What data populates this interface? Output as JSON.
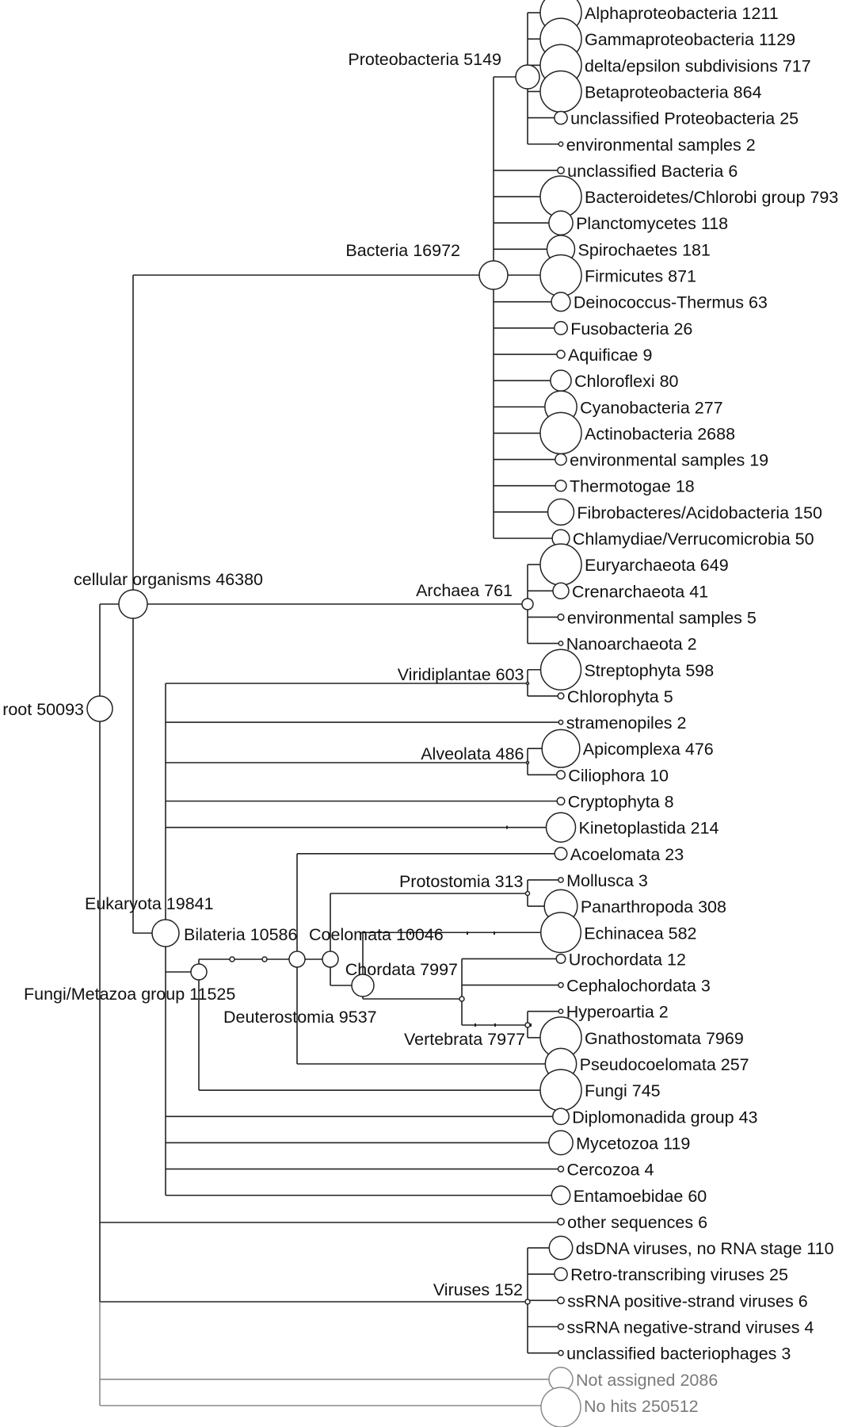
{
  "title": "Taxonomy tree of read assignments",
  "colors": {
    "line": "#222222",
    "unassigned": "#7a7a7a",
    "background": "#ffffff"
  },
  "nodes": {
    "root": {
      "name": "root",
      "count": 50093
    },
    "cellular": {
      "name": "cellular organisms",
      "count": 46380
    },
    "bacteria": {
      "name": "Bacteria",
      "count": 16972
    },
    "proteobacteria": {
      "name": "Proteobacteria",
      "count": 5149
    },
    "archaea": {
      "name": "Archaea",
      "count": 761
    },
    "eukaryota": {
      "name": "Eukaryota",
      "count": 19841
    },
    "viridiplantae": {
      "name": "Viridiplantae",
      "count": 603
    },
    "alveolata": {
      "name": "Alveolata",
      "count": 486
    },
    "fungi_metazoa": {
      "name": "Fungi/Metazoa group",
      "count": 11525
    },
    "bilateria": {
      "name": "Bilateria",
      "count": 10586
    },
    "deuterostomia": {
      "name": "Deuterostomia",
      "count": 9537
    },
    "coelomata": {
      "name": "Coelomata",
      "count": 10046
    },
    "protostomia": {
      "name": "Protostomia",
      "count": 313
    },
    "chordata": {
      "name": "Chordata",
      "count": 7997
    },
    "vertebrata": {
      "name": "Vertebrata",
      "count": 7977
    },
    "viruses": {
      "name": "Viruses",
      "count": 152
    }
  },
  "leaves": [
    {
      "name": "Alphaproteobacteria",
      "count": 1211
    },
    {
      "name": "Gammaproteobacteria",
      "count": 1129
    },
    {
      "name": "delta/epsilon subdivisions",
      "count": 717
    },
    {
      "name": "Betaproteobacteria",
      "count": 864
    },
    {
      "name": "unclassified Proteobacteria",
      "count": 25
    },
    {
      "name": "environmental samples",
      "count": 2
    },
    {
      "name": "unclassified Bacteria",
      "count": 6
    },
    {
      "name": "Bacteroidetes/Chlorobi group",
      "count": 793
    },
    {
      "name": "Planctomycetes",
      "count": 118
    },
    {
      "name": "Spirochaetes",
      "count": 181
    },
    {
      "name": "Firmicutes",
      "count": 871
    },
    {
      "name": "Deinococcus-Thermus",
      "count": 63
    },
    {
      "name": "Fusobacteria",
      "count": 26
    },
    {
      "name": "Aquificae",
      "count": 9
    },
    {
      "name": "Chloroflexi",
      "count": 80
    },
    {
      "name": "Cyanobacteria",
      "count": 277
    },
    {
      "name": "Actinobacteria",
      "count": 2688
    },
    {
      "name": "environmental samples",
      "count": 19
    },
    {
      "name": "Thermotogae",
      "count": 18
    },
    {
      "name": "Fibrobacteres/Acidobacteria",
      "count": 150
    },
    {
      "name": "Chlamydiae/Verrucomicrobia",
      "count": 50
    },
    {
      "name": "Euryarchaeota",
      "count": 649
    },
    {
      "name": "Crenarchaeota",
      "count": 41
    },
    {
      "name": "environmental samples",
      "count": 5
    },
    {
      "name": "Nanoarchaeota",
      "count": 2
    },
    {
      "name": "Streptophyta",
      "count": 598
    },
    {
      "name": "Chlorophyta",
      "count": 5
    },
    {
      "name": "stramenopiles",
      "count": 2
    },
    {
      "name": "Apicomplexa",
      "count": 476
    },
    {
      "name": "Ciliophora",
      "count": 10
    },
    {
      "name": "Cryptophyta",
      "count": 8
    },
    {
      "name": "Kinetoplastida",
      "count": 214
    },
    {
      "name": "Acoelomata",
      "count": 23
    },
    {
      "name": "Mollusca",
      "count": 3
    },
    {
      "name": "Panarthropoda",
      "count": 308
    },
    {
      "name": "Echinacea",
      "count": 582
    },
    {
      "name": "Urochordata",
      "count": 12
    },
    {
      "name": "Cephalochordata",
      "count": 3
    },
    {
      "name": "Hyperoartia",
      "count": 2
    },
    {
      "name": "Gnathostomata",
      "count": 7969
    },
    {
      "name": "Pseudocoelomata",
      "count": 257
    },
    {
      "name": "Fungi",
      "count": 745
    },
    {
      "name": "Diplomonadida group",
      "count": 43
    },
    {
      "name": "Mycetozoa",
      "count": 119
    },
    {
      "name": "Cercozoa",
      "count": 4
    },
    {
      "name": "Entamoebidae",
      "count": 60
    },
    {
      "name": "other sequences",
      "count": 6
    },
    {
      "name": "dsDNA viruses, no RNA stage",
      "count": 110
    },
    {
      "name": "Retro-transcribing viruses",
      "count": 25
    },
    {
      "name": "ssRNA positive-strand viruses",
      "count": 6
    },
    {
      "name": "ssRNA negative-strand viruses",
      "count": 4
    },
    {
      "name": "unclassified bacteriophages",
      "count": 3
    },
    {
      "name": "Not assigned",
      "count": 2086,
      "unassigned": true
    },
    {
      "name": "No hits",
      "count": 250512,
      "unassigned": true
    }
  ]
}
